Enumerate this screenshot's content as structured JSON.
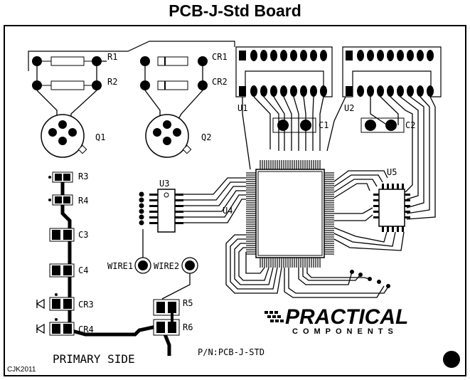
{
  "title": "PCB-J-Std Board",
  "labels": {
    "r1": "R1",
    "r2": "R2",
    "cr1": "CR1",
    "cr2": "CR2",
    "q1": "Q1",
    "q2": "Q2",
    "u1": "U1",
    "u2": "U2",
    "c1": "C1",
    "c2": "C2",
    "r3": "R3",
    "r4": "R4",
    "u3": "U3",
    "u4": "U4",
    "u5": "U5",
    "c3": "C3",
    "c4": "C4",
    "cr3": "CR3",
    "cr4": "CR4",
    "r5": "R5",
    "r6": "R6",
    "wire1": "WIRE1",
    "wire2": "WIRE2"
  },
  "footer": {
    "side": "PRIMARY SIDE",
    "part_number": "P/N:PCB-J-STD",
    "code": "CJK2011"
  },
  "logo": {
    "name": "PRACTICAL",
    "sub": "COMPONENTS"
  }
}
